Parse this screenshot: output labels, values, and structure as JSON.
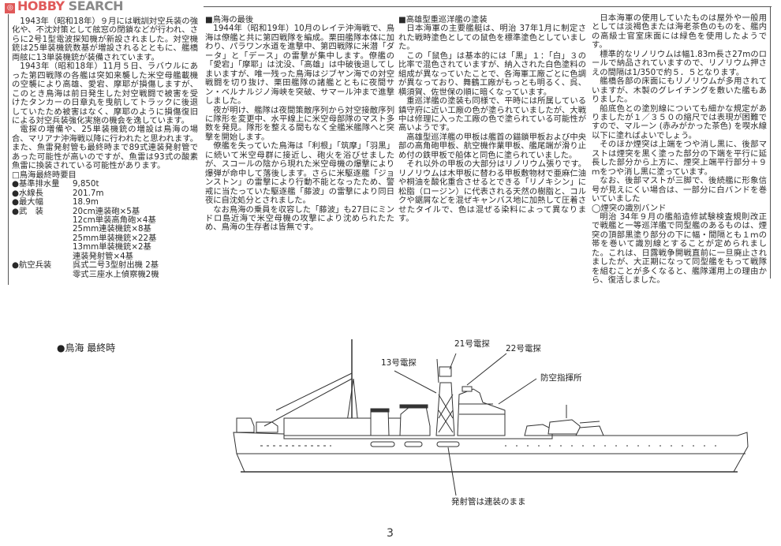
{
  "logo": {
    "hobby": "HOBBY",
    "search": "SEARCH"
  },
  "column1": {
    "paragraphs": [
      "1943年（昭和18年）９月には戦訓対空兵装の強化や、不沈対策として舷窓の閉鎖などが行われ、さらに2号1型電波探知機が新設されました。対空機銃は25単装機銃数基が増設されるとともに、艦橋両舷に13単装機銃が装備されています。",
      "1943年（昭和18年）11月５日、ラバウルにあった第四戦隊の各艦は突如来襲した米空母艦載機の空襲により高雄、愛宕、摩耶が損傷しますが、このとき鳥海は前日発生した対空戦闘で被害を受けたタンカーの日章丸を曳航してトラックに後退していたため被害はなく、摩耶のように損傷復旧による対空兵装強化実施の機会を逸しています。",
      "電探の増備や、25単装機銃の増設は鳥海の場合、マリアナ沖海戦以降に行われたと思われます。また、魚雷発射管も最終時まで89式連装発射管であった可能性が高いのですが、魚雷は93式の酸素魚雷に換装されている可能性があります。"
    ],
    "spec_title": "□鳥海最終時要目",
    "spec": [
      {
        "label": "●基準排水量",
        "values": [
          "9,850t"
        ]
      },
      {
        "label": "●水線長",
        "values": [
          "201.7m"
        ]
      },
      {
        "label": "●最大幅",
        "values": [
          "18.9m"
        ]
      },
      {
        "label": "●武　装",
        "values": [
          "20cm連装砲×5基",
          "12cm単装高角砲×4基",
          "25mm連装機銃×8基",
          "25mm単装機銃×22基",
          "13mm単装機銃×2基",
          "連装発射管×4基"
        ]
      },
      {
        "label": "●航空兵装",
        "values": [
          "呉式二号3型射出機 2基",
          "零式三座水上偵察機2機"
        ]
      }
    ]
  },
  "column2": {
    "heading": "■鳥海の最後",
    "paragraphs": [
      "1944年（昭和19年）10月のレイテ沖海戦で、鳥海は僚艦と共に第四戦隊を編成。栗田艦隊本体に加わり、パラワン水道を進撃中、第四戦隊に米潜「ダータ」と「デース」の雷撃が集中します。僚艦の「愛宕」「摩耶」は沈没、「高雄」は中破後退してしまいますが、唯一残った鳥海はジブヤン海での対空戦闘を切り抜け、栗田艦隊の諸艦とともに夜間サン・ベルナルジノ海峡を突破、サマール沖まで進撃しました。",
      "夜が明け、艦隊は夜間策敵序列から対空接敵序列に隊形を変更中、水平線上に米空母部隊のマスト多数を発見。隊形を整える間もなく全艦米艦隊へと突撃を開始します。",
      "僚艦を失っていた鳥海は「利根」「筑摩」「羽黒」に続いて米空母群に接近し、砲火を浴びせましたが、スコールの陰から現れた米空母機の爆撃により爆弾が命中して落後します。さらに米駆逐艦「ジョンストン」の雷撃により行動不能となったため、警戒に当たっていた駆逐艦「藤波」の雷撃により同日夜に自沈処分とされました。",
      "なお鳥海の乗員を収容した「藤波」も27日にミンドロ島近海で米空母機の攻撃により沈められたため、鳥海の生存者は皆無です。"
    ]
  },
  "column3": {
    "heading": "■高雄型重巡洋艦の塗装",
    "paragraphs": [
      "日本海軍の主要艦艇は、明治 37年1月に制定された戦時塗色としての鼠色を標準塗色としていました。",
      "この「鼠色」は基本的には「黒」１：「白」３の比率で混色されていますが、納入された白色塗料の組成が異なっていたことで、各海軍工廠ごとに色調が異なっており、舞鶴工廠がもっとも明るく、呉、横須賀、佐世保の順に暗くなっています。",
      "重巡洋艦の塗装も同様で、平時には所属している鎮守府に近い工廠の色が塗られていましたが、大戦中は修理に入った工廠の色で塗られている可能性が高いようです。",
      "高雄型巡洋艦の甲板は艦首の錨鎖甲板および中央部の高角砲甲板、航空機作業甲板、艦尾端が滑り止め付の鉄甲板で船体と同色に塗られていました。",
      "それ以外の甲板の大部分はリノリウム張りです。リノリウムは木甲板に替わる甲板敷物材で亜麻仁油や桐油を酸化重合させるとできる「リノキシン」に松脂（ロージン）に代表される天然の樹脂と、コルクや鋸屑などを混ぜキャンバス地に加熱して圧着させたタイルで、色は混ぜる染料によって異なります。"
    ]
  },
  "column4": {
    "paragraphs": [
      "日本海軍の使用していたものは屋外や一般用としては淡褐色または海老茶色のものを、艦内の高級士官室床面には緑色を使用したようです。",
      "標準的なリノリウムは幅1.83m長さ27mのロールで納品されていますので、リノリウム押さえの間隔は1/350で約５．５となります。",
      "艦橋各部の床面にもリノリウムが多用されていますが、木製のグレイチングを敷いた艦もありました。",
      "船底色との塗別線についても細かな規定がありましたが１／３５０の縮尺では表現が困難ですので、マルーン (赤みがかった茶色) を喫水線以下に塗ればよいでしょう。",
      "そのほか煙突は上端をつや消し黒に、後部マストは煙突を黒く塗った部分の下端を平行に延長した部分から上方に、煙突上端平行部分＋９ｍをつや消し黒に塗っています。",
      "なお、後部マストが三脚で、後続艦に形象信号が見えにくい場合は、一部分に白バンドを巻いていました"
    ],
    "subheading": "◯煙突の識別バンド",
    "paragraphs2": [
      "明治 34年９月の艦船造修試験検査規則改正で戦艦と一等巡洋艦で同型艦のあるものは、煙突の頂部黒塗り部分の下に幅・間隔とも１ｍの帯を巻いて識別線とすることが定められました。これは、日露戦争開戦直前に一旦廃止されましたが、大正期になって同型艦をもって戦隊を組むことが多くなると、艦隊運用上の理由から、復活しました。"
    ]
  },
  "drawing": {
    "title": "●鳥海 最終時",
    "callouts": {
      "radar13": "13号電探",
      "radar21": "21号電探",
      "radar22": "22号電探",
      "aa_command": "防空指揮所",
      "torpedo": "発射管は連装のまま"
    }
  },
  "page_number": "3"
}
